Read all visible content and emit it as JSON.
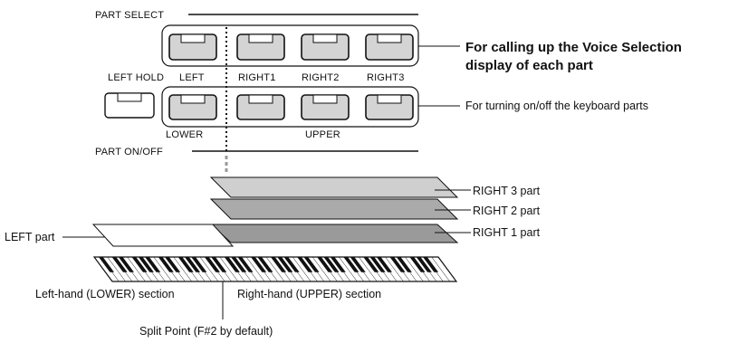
{
  "panel": {
    "part_select_label": "PART  SELECT",
    "part_on_off_label": "PART  ON/OFF",
    "left_hold_label": "LEFT HOLD",
    "button_labels": [
      "LEFT",
      "RIGHT1",
      "RIGHT2",
      "RIGHT3"
    ],
    "lower_label": "LOWER",
    "upper_label": "UPPER"
  },
  "callouts": {
    "voice_selection_line1": "For calling up the Voice Selection",
    "voice_selection_line2": "display of each part",
    "on_off": "For turning on/off the keyboard parts"
  },
  "parts": {
    "right3": "RIGHT 3 part",
    "right2": "RIGHT 2 part",
    "right1": "RIGHT 1 part",
    "left": "LEFT part"
  },
  "keyboard": {
    "left_section": "Left-hand (LOWER) section",
    "right_section": "Right-hand (UPPER) section",
    "split_point": "Split Point (F#2 by default)"
  },
  "colors": {
    "button_fill": "#d4d4d4",
    "right3_fill": "#cfcfcf",
    "right2_fill": "#aaaaaa",
    "right1_fill": "#9a9a9a",
    "left_fill": "#ffffff"
  }
}
